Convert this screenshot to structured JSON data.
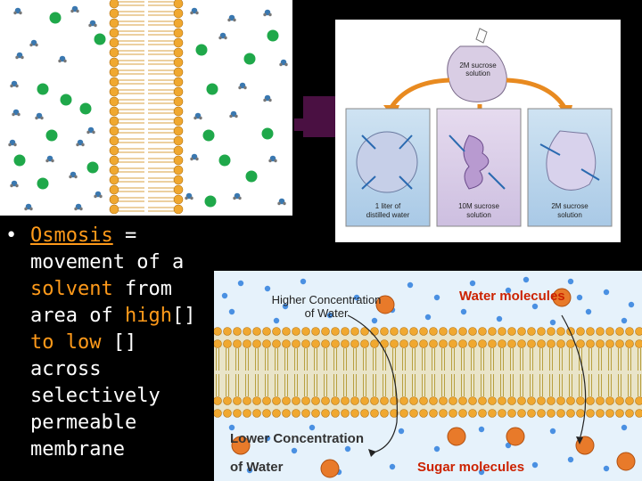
{
  "osmosis": {
    "bullet": "•",
    "term": "Osmosis",
    "equals": " =",
    "line1": "movement of a",
    "solvent": "solvent",
    "from": " from",
    "area_of": "area of ",
    "high": "high",
    "bracket1": "[]",
    "to_low": "to low",
    "bracket2": " []",
    "across": "across",
    "selectively": "selectively",
    "permeable": "permeable",
    "membrane": "membrane"
  },
  "sucrose_diagram": {
    "top_bag_label_1": "2M sucrose",
    "top_bag_label_2": "solution",
    "beaker1_label_1": "1 liter of",
    "beaker1_label_2": "distilled water",
    "beaker2_label_1": "10M sucrose",
    "beaker2_label_2": "solution",
    "beaker3_label_1": "2M sucrose",
    "beaker3_label_2": "solution"
  },
  "bilayer_diagram": {
    "higher_concentration": "Higher Concentration",
    "of_water_top": "of Water",
    "water_molecules": "Water molecules",
    "lower_concentration": "Lower Concentration",
    "of_water_bottom": "of Water",
    "sugar_molecules": "Sugar molecules"
  },
  "colors": {
    "background": "#000000",
    "highlight": "#ff9a1a",
    "membrane_head": "#f0a830",
    "solute": "#1fa84a",
    "water_blue": "#4a90e2",
    "sugar": "#e87a2a",
    "connector": "#4a1042"
  }
}
